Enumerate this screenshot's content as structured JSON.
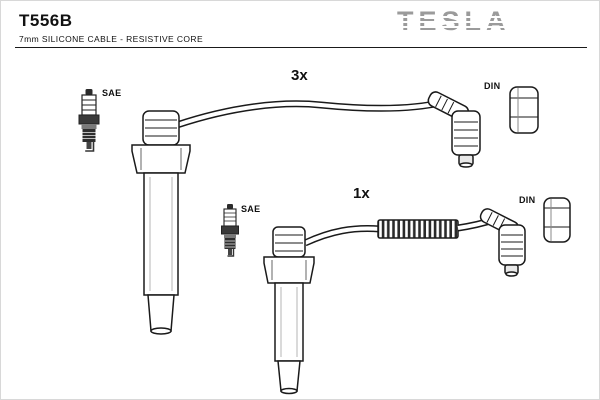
{
  "header": {
    "part_number": "T556B",
    "subtitle": "7mm SILICONE CABLE - RESISTIVE CORE",
    "brand": "TESLA"
  },
  "assemblies": {
    "top": {
      "quantity": "3x",
      "plug_standard": "SAE",
      "connector_standard": "DIN"
    },
    "bottom": {
      "quantity": "1x",
      "plug_standard": "SAE",
      "connector_standard": "DIN"
    }
  },
  "colors": {
    "outline": "#1a1a1a",
    "brand_gray": "#9b9b9b",
    "background": "#ffffff"
  }
}
